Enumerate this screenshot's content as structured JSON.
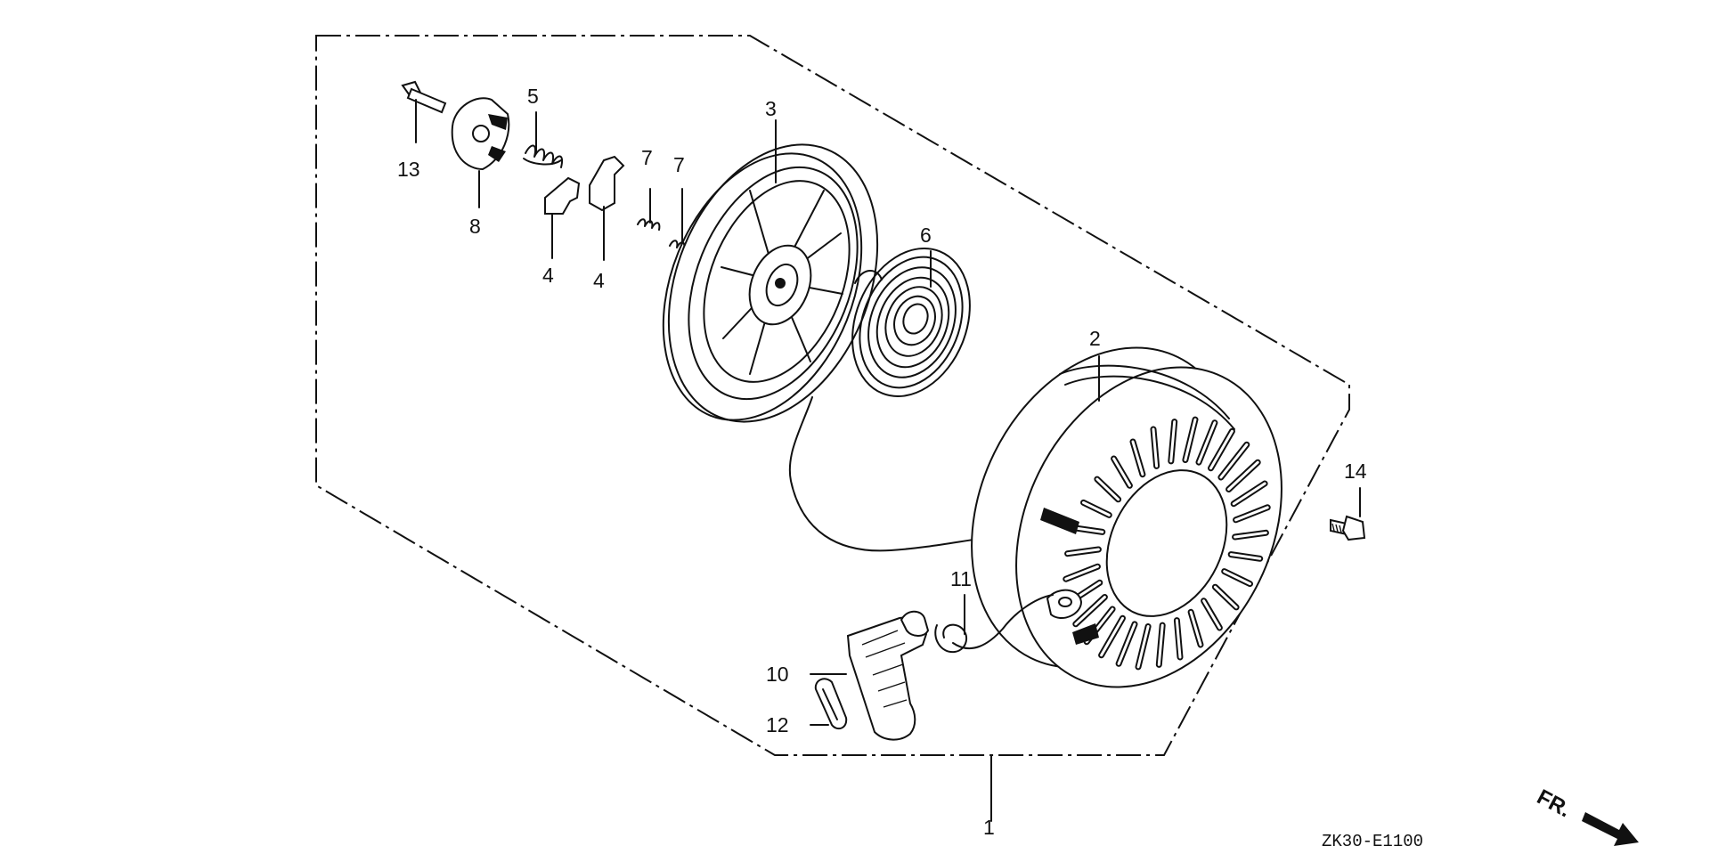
{
  "diagram": {
    "drawing_code": "ZK30-E1100",
    "direction_label": "FR.",
    "callouts": [
      {
        "id": "c1",
        "label": "1"
      },
      {
        "id": "c2",
        "label": "2"
      },
      {
        "id": "c3",
        "label": "3"
      },
      {
        "id": "c4a",
        "label": "4"
      },
      {
        "id": "c4b",
        "label": "4"
      },
      {
        "id": "c5",
        "label": "5"
      },
      {
        "id": "c6",
        "label": "6"
      },
      {
        "id": "c7a",
        "label": "7"
      },
      {
        "id": "c7b",
        "label": "7"
      },
      {
        "id": "c8",
        "label": "8"
      },
      {
        "id": "c10",
        "label": "10"
      },
      {
        "id": "c11",
        "label": "11"
      },
      {
        "id": "c12",
        "label": "12"
      },
      {
        "id": "c13",
        "label": "13"
      },
      {
        "id": "c14",
        "label": "14"
      }
    ]
  }
}
